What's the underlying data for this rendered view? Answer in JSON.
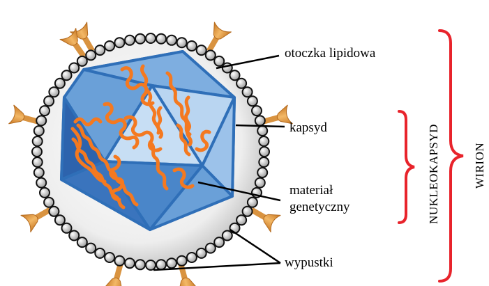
{
  "labels": {
    "envelope": "otoczka lipidowa",
    "capsid": "kapsyd",
    "genetic_line1": "materiał",
    "genetic_line2": "genetyczny",
    "spikes": "wypustki",
    "nucleocapsid": "NUKLEOKAPSYD",
    "virion": "WIRION"
  },
  "colors": {
    "bracket": "#e8232b",
    "capsid_dark": "#2f6fb8",
    "capsid_mid": "#5b94d2",
    "capsid_light": "#a9c9ec",
    "rna": "#f47920",
    "spike": "#e8a24a",
    "bead": "#d9d9d9",
    "envelope_fill": "#e6e6e6"
  }
}
